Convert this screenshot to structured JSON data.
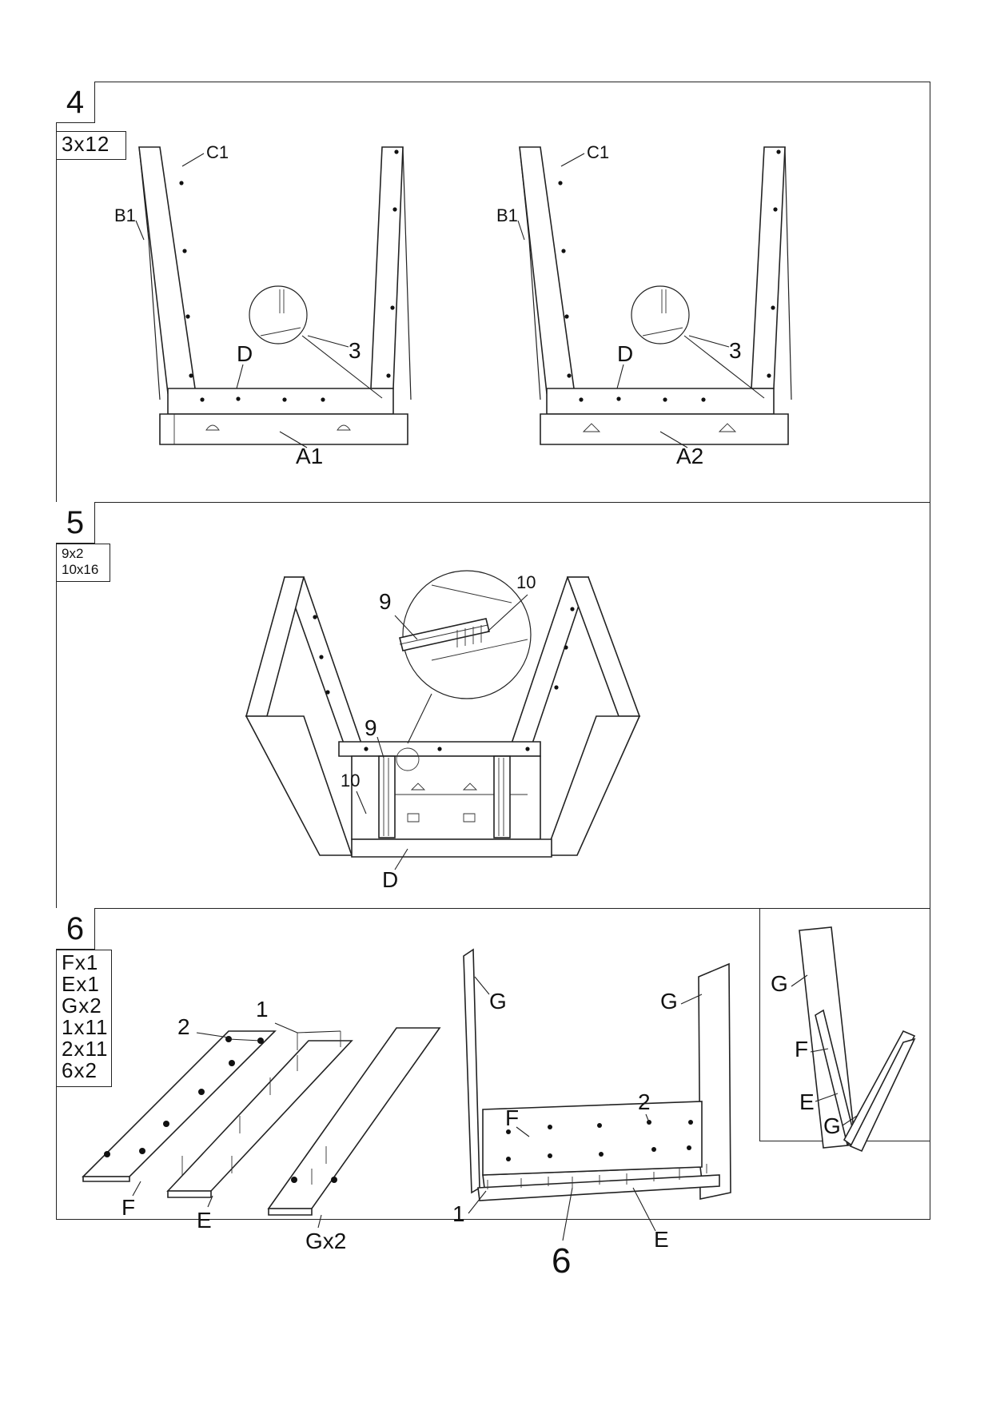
{
  "steps": [
    {
      "number": "4",
      "parts": [
        "3x12"
      ],
      "labels": {
        "left": {
          "c1": "C1",
          "b1": "B1",
          "d": "D",
          "a": "A1",
          "screw": "3"
        },
        "right": {
          "c1": "C1",
          "b1": "B1",
          "d": "D",
          "a": "A2",
          "screw": "3"
        }
      }
    },
    {
      "number": "5",
      "parts": [
        "9x2",
        "10x16"
      ],
      "labels": {
        "rail_detail": "9",
        "screw_detail": "10",
        "rail": "9",
        "screw": "10",
        "d": "D"
      }
    },
    {
      "number": "6",
      "parts": [
        "Fx1",
        "Ex1",
        "Gx2",
        "1x11",
        "2x11",
        "6x2"
      ],
      "labels": {
        "exploded": {
          "dowel": "2",
          "cam": "1",
          "f": "F",
          "e": "E",
          "g": "Gx2"
        },
        "assembly": {
          "g_left": "G",
          "g_right": "G",
          "f": "F",
          "dowel": "2",
          "cam": "1",
          "e": "E",
          "bracket": "6"
        },
        "inset": {
          "g_top": "G",
          "f": "F",
          "e": "E",
          "g_bottom": "G"
        }
      }
    }
  ]
}
